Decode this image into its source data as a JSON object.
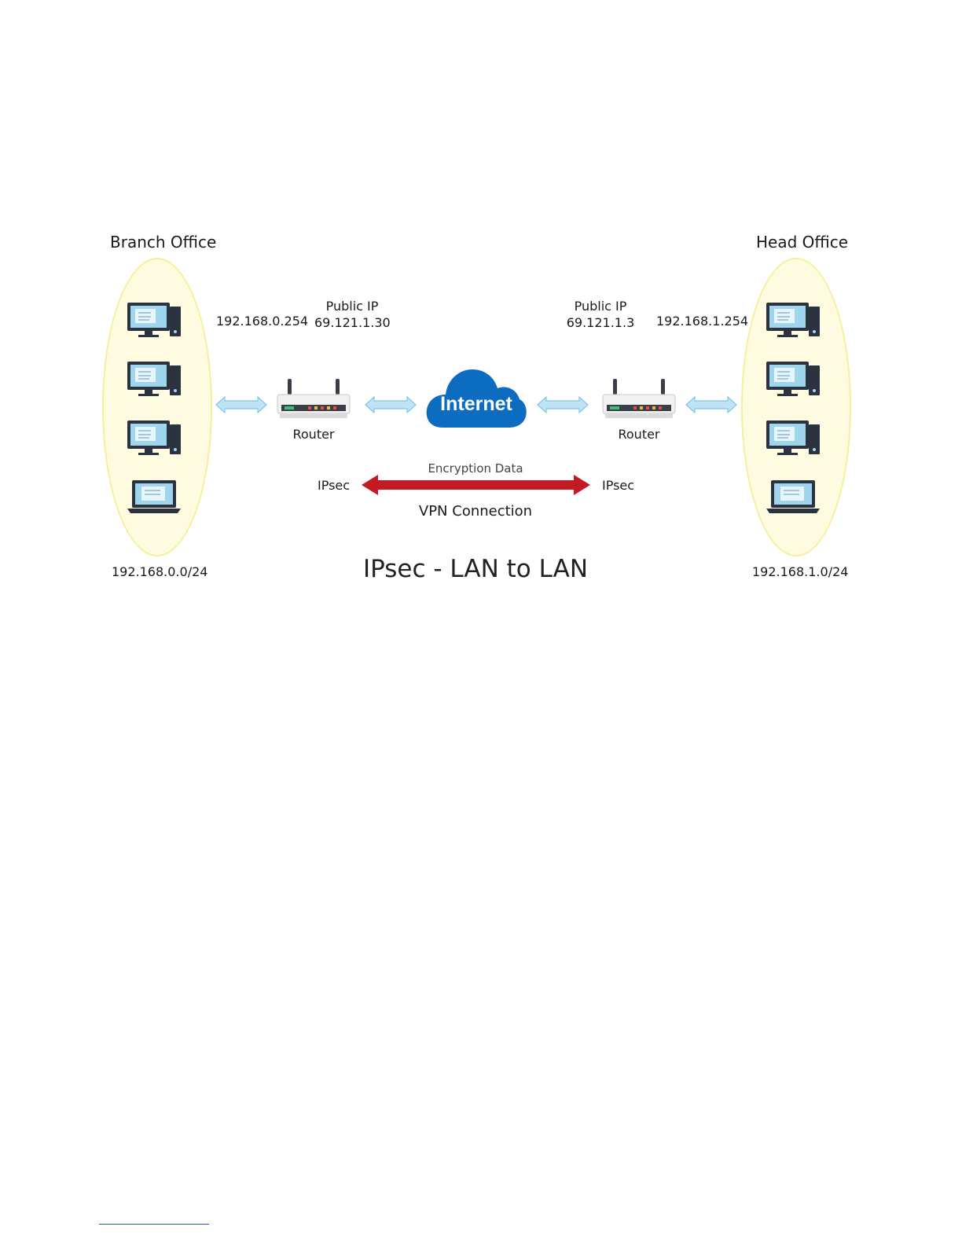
{
  "offices": {
    "left": {
      "title": "Branch Office",
      "lan_ip": "192.168.0.254",
      "subnet": "192.168.0.0/24"
    },
    "right": {
      "title": "Head Office",
      "lan_ip": "192.168.1.254",
      "subnet": "192.168.1.0/24"
    }
  },
  "public_ip": {
    "left": {
      "label": "Public IP",
      "value": "69.121.1.30"
    },
    "right": {
      "label": "Public IP",
      "value": "69.121.1.3"
    }
  },
  "routers": {
    "left_label": "Router",
    "right_label": "Router"
  },
  "cloud": {
    "label": "Internet",
    "color": "#0b6cc0"
  },
  "vpn": {
    "encryption_label": "Encryption Data",
    "left_end": "IPsec",
    "right_end": "IPsec",
    "connection_label": "VPN Connection",
    "arrow_color": "#c41a24"
  },
  "diagram_title": "IPsec - LAN to LAN",
  "colors": {
    "lan_ellipse": "#fffbe0",
    "link_arrow": "#bfe3f5",
    "link_arrow_stroke": "#7ec6ea"
  }
}
